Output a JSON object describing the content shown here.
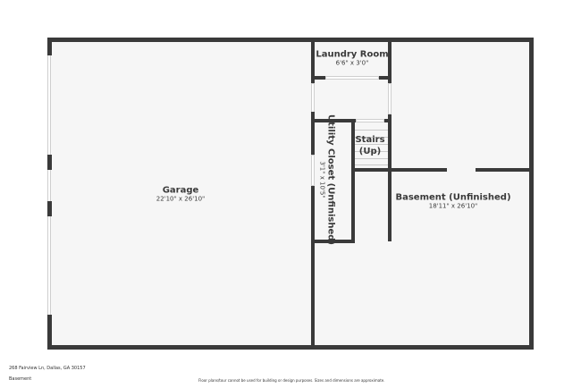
{
  "rooms": {
    "garage": {
      "name": "Garage",
      "dims": "22'10\" x 26'10\""
    },
    "laundry": {
      "name": "Laundry Room",
      "dims": "6'6\" x 3'0\""
    },
    "stairs": {
      "name_line1": "Stairs",
      "name_line2": "(Up)"
    },
    "utility": {
      "name": "Utility Closet (Unfinished)",
      "dims": "3'1\" x 10'5\""
    },
    "basement": {
      "name": "Basement (Unfinished)",
      "dims": "18'11\" x 26'10\""
    }
  },
  "footer": {
    "address": "268 Fairview Ln, Dallas, GA 30157",
    "level": "Basement",
    "disclaimer": "Floor plans/tour cannot be used for building or design purposes. Sizes and dimensions are approximate."
  },
  "colors": {
    "wall": "#3a3a3a",
    "floor": "#f6f6f6"
  }
}
